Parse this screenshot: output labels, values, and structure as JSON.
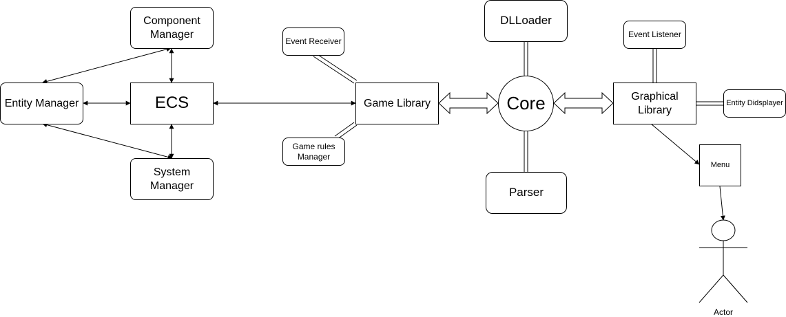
{
  "nodes": {
    "component_manager": "Component Manager",
    "entity_manager": "Entity Manager",
    "ecs": "ECS",
    "system_manager": "System Manager",
    "event_receiver": "Event Receiver",
    "game_library": "Game Library",
    "game_rules_manager": "Game rules Manager",
    "dlloader": "DLLoader",
    "core": "Core",
    "parser": "Parser",
    "event_listener": "Event Listener",
    "graphical_library": "Graphical Library",
    "entity_didsplayer": "Entity Didsplayer",
    "menu": "Menu",
    "actor": "Actor"
  }
}
